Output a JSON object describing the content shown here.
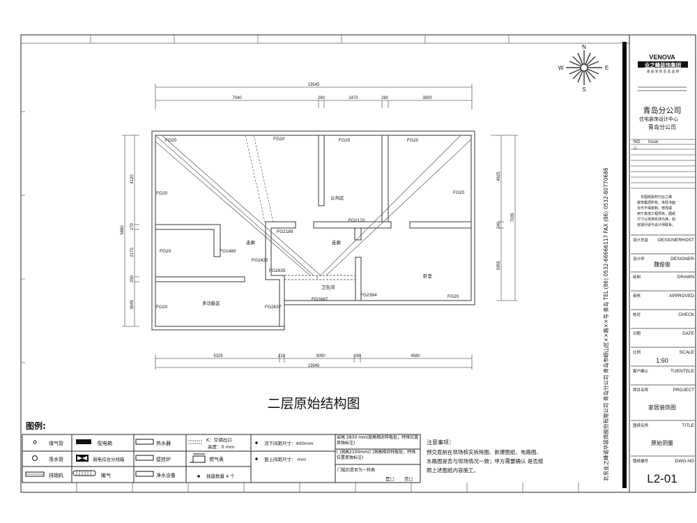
{
  "plan": {
    "title": "二层原始结构图",
    "dims_top": {
      "total": "13545",
      "segments": [
        "7040",
        "260",
        "2470",
        "280",
        "3500"
      ]
    },
    "dims_bottom": {
      "total": "13545",
      "segments": [
        "5325",
        "210",
        "3050",
        "280",
        "4580"
      ]
    },
    "dims_left": {
      "total": "5880",
      "segments": [
        "4120",
        "270",
        "2170",
        "250",
        "3045"
      ]
    },
    "dims_right": {
      "total": "7035",
      "segments": [
        "4525",
        "240",
        "3355"
      ]
    },
    "labels": [
      "FG20",
      "FG20",
      "FG20",
      "FG20",
      "FG20",
      "公共区",
      "FG20",
      "FG2189",
      "FG2170",
      "走廊",
      "走廊",
      "FG20",
      "FG1480",
      "FG2420",
      "FG2635",
      "卧室",
      "卫生间",
      "FG2384",
      "FG20",
      "FG2687",
      "多功能区",
      "FG20",
      "FG2637"
    ]
  },
  "compass": {
    "n": "N",
    "s": "S",
    "e": "E",
    "w": "W"
  },
  "legend": {
    "heading": "图例:",
    "items": [
      "煤气管",
      "配电箱",
      "热水器",
      "K：空调出口",
      "高度：0  mm",
      "活下间距尺寸：400mm",
      "落水管",
      "弱电综合分线箱",
      "壁挂炉",
      "燃气表",
      "窗上间距尺寸：      mm",
      "排烟机",
      "暖气",
      "净水设备",
      "插座数量 4 个"
    ],
    "notes_col": [
      "梁高 2830  mm(层高相对样板处，特殊位置单独标注)",
      "门洞高2100mm(门洞高相对样板处，特殊位置单独标注)",
      "门槛石是否为一样高",
      "是□",
      "否□"
    ]
  },
  "notes": {
    "heading": "注意事项：",
    "lines": [
      "预交底前在现场核实拆除图、新建图纸、电路图、",
      "水路图是否与现场情况一致；甲方需要确认 是否按",
      "照上述图纸内容施工。"
    ]
  },
  "side_strip": "北京业之峰诺华装饰股份有限公司  青岛分公司  青岛市崂山区××路××号    青岛   TEL (86) 0532-66666117   FAX (86) 0532-80770686",
  "title_block": {
    "brand": "VENOVA",
    "brand_cn": "业之峰装饰集团",
    "brand_sub": "家 居 装 饰 首 选 品 牌",
    "company": "青岛分公司",
    "dept": "住宅装饰设计中心",
    "company2": "青岛分公司",
    "issue_no": "NO.",
    "issue": "Issue",
    "copyright": [
      "本图纸版权归业之峰",
      "装饰集团所有，未经书面",
      "许可不得复制、修改或",
      "用于其他工程项目，图纸",
      "尺寸以现场实测为准，如",
      "有疑问请与设计师联系。"
    ],
    "rows": [
      {
        "cn": "设计总监",
        "en": "DESIGNERHOST",
        "value": ""
      },
      {
        "cn": "设计师",
        "en": "DESIGNER",
        "value": "魏俊俊"
      },
      {
        "cn": "绘制",
        "en": "DRAWN",
        "value": ""
      },
      {
        "cn": "审核",
        "en": "APPROVED",
        "value": ""
      },
      {
        "cn": "校对",
        "en": "CHECK",
        "value": ""
      },
      {
        "cn": "日期",
        "en": "DATE",
        "value": ""
      },
      {
        "cn": "比例",
        "en": "SCALE",
        "value": "1:60"
      },
      {
        "cn": "客户确认",
        "en": "TUENTELE",
        "value": ""
      },
      {
        "cn": "项目名称",
        "en": "PROJECT",
        "value": "家居装饰图"
      },
      {
        "cn": "图纸名称",
        "en": "TITLE",
        "value": "原始测量"
      },
      {
        "cn": "图纸编号",
        "en": "DWG.NO",
        "value": "L2-01"
      }
    ]
  }
}
